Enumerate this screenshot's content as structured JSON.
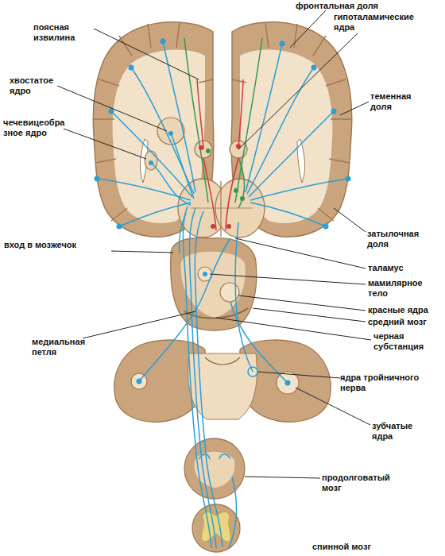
{
  "diagram": {
    "labels": [
      "фронтальная доля",
      "гипоталамические ядра",
      "поясная извилина",
      "хвостатое ядро",
      "теменная доля",
      "чечевицеобра зное ядро",
      "затылочная доля",
      "вход в мозжечок",
      "таламус",
      "мамилярное тело",
      "красные ядра",
      "средний мозг",
      "медиальная петля",
      "черная субстанция",
      "ядра тройничного нерва",
      "зубчатые ядра",
      "продолговатый мозг",
      "спинной мозг"
    ]
  }
}
